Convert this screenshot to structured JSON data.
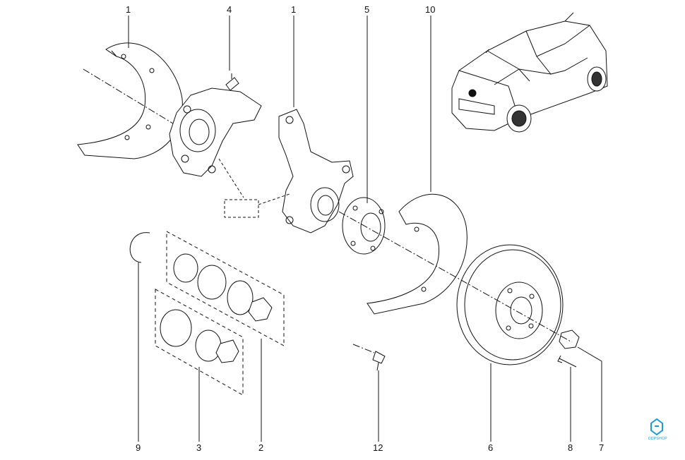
{
  "callouts": {
    "top": [
      "1",
      "4",
      "1",
      "5",
      "10"
    ],
    "bottom": [
      "9",
      "3",
      "2",
      "12",
      "6",
      "8",
      "7"
    ]
  },
  "brand": {
    "logo_text": "DDPSHOP",
    "icon": "ddpshop-logo-icon",
    "accent_color": "#1a9bd7"
  },
  "line_color": "#111111"
}
